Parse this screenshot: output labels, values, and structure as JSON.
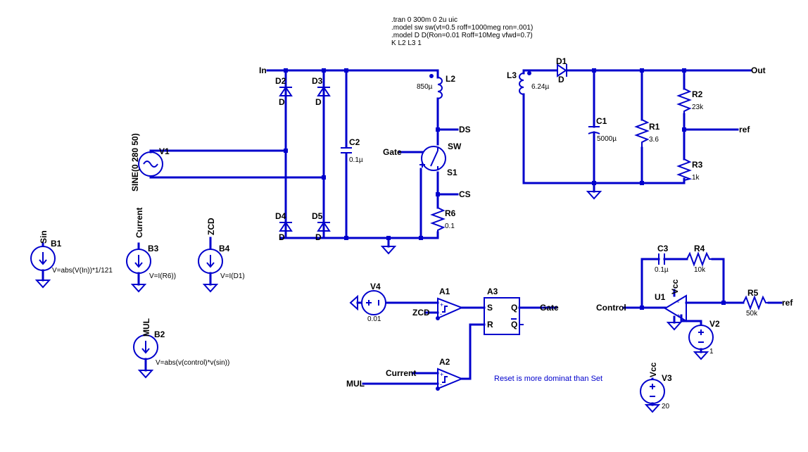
{
  "directives": [
    ".tran 0 300m 0 2u uic",
    ".model sw sw(vt=0.5 roff=1000meg ron=.001)",
    ".model D D(Ron=0.01 Roff=10Meg vfwd=0.7)",
    "K L2 L3 1"
  ],
  "nets": {
    "in": "In",
    "out": "Out",
    "ds": "DS",
    "cs": "CS",
    "gate_sw": "Gate",
    "ref_r": "ref",
    "ref_u": "ref",
    "zcd": "ZCD",
    "current": "Current",
    "mul": "MUL",
    "control": "Control",
    "gate_out": "Gate",
    "sin_top": "Sin",
    "current_top": "Current",
    "zcd_top": "ZCD",
    "mul_top": "MUL",
    "vcc_u1": "Vcc",
    "vcc_v3": "Vcc"
  },
  "components": {
    "v1": {
      "name": "V1",
      "value": "SINE(0 280 50)"
    },
    "d2": {
      "name": "D2",
      "model": "D"
    },
    "d3": {
      "name": "D3",
      "model": "D"
    },
    "d4": {
      "name": "D4",
      "model": "D"
    },
    "d5": {
      "name": "D5",
      "model": "D"
    },
    "c2": {
      "name": "C2",
      "value": "0.1µ"
    },
    "l2": {
      "name": "L2",
      "value": "850µ"
    },
    "sw": {
      "name": "S1",
      "model": "SW"
    },
    "r6": {
      "name": "R6",
      "value": "0.1"
    },
    "l3": {
      "name": "L3",
      "value": "6.24µ"
    },
    "d1": {
      "name": "D1",
      "model": "D"
    },
    "c1": {
      "name": "C1",
      "value": "5000µ"
    },
    "r1": {
      "name": "R1",
      "value": "3.6"
    },
    "r2": {
      "name": "R2",
      "value": "23k"
    },
    "r3": {
      "name": "R3",
      "value": "1k"
    },
    "b1": {
      "name": "B1",
      "expr": "V=abs(V(In))*1/121"
    },
    "b3": {
      "name": "B3",
      "expr": "V=I(R6))"
    },
    "b4": {
      "name": "B4",
      "expr": "V=I(D1)"
    },
    "b2": {
      "name": "B2",
      "expr": "V=abs(v(control)*v(sin))"
    },
    "v4": {
      "name": "V4",
      "value": "0.01"
    },
    "a1": {
      "name": "A1"
    },
    "a2": {
      "name": "A2"
    },
    "a3": {
      "name": "A3",
      "s": "S",
      "r": "R",
      "q": "Q",
      "qbar": "Q"
    },
    "c3": {
      "name": "C3",
      "value": "0.1µ"
    },
    "r4": {
      "name": "R4",
      "value": "10k"
    },
    "r5": {
      "name": "R5",
      "value": "50k"
    },
    "u1": {
      "name": "U1"
    },
    "v2": {
      "name": "V2",
      "value": "1"
    },
    "v3": {
      "name": "V3",
      "value": "20"
    }
  },
  "comment": "Reset is more dominat than Set"
}
